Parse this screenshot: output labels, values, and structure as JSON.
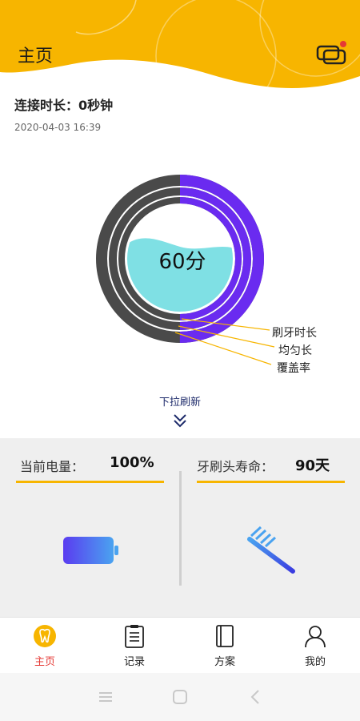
{
  "header": {
    "title": "主页",
    "accent_color": "#f7b500"
  },
  "connection": {
    "label": "连接时长：0秒钟",
    "datetime": "2020-04-03 16:39"
  },
  "gauge": {
    "score_text": "60分",
    "labels": [
      "刷牙时长",
      "均匀长",
      "覆盖率"
    ],
    "ring_fractions": [
      0.5,
      0.5,
      0.5
    ],
    "track_color": "#4a4a4a",
    "progress_color": "#6a2bf0",
    "water_color": "#7fe0e4"
  },
  "refresh": {
    "label": "下拉刷新",
    "icon": "double-chevron-down-icon"
  },
  "cards": {
    "battery": {
      "label": "当前电量：",
      "value": "100%",
      "icon": "battery-icon"
    },
    "brush_head": {
      "label": "牙刷头寿命：",
      "value": "90天",
      "icon": "toothbrush-icon"
    }
  },
  "nav": {
    "items": [
      {
        "label": "主页",
        "icon": "tooth-icon",
        "active": true
      },
      {
        "label": "记录",
        "icon": "clipboard-icon",
        "active": false
      },
      {
        "label": "方案",
        "icon": "notebook-icon",
        "active": false
      },
      {
        "label": "我的",
        "icon": "user-icon",
        "active": false
      }
    ]
  },
  "system_bar": {
    "icons": [
      "menu-icon",
      "home-icon",
      "back-icon"
    ]
  }
}
